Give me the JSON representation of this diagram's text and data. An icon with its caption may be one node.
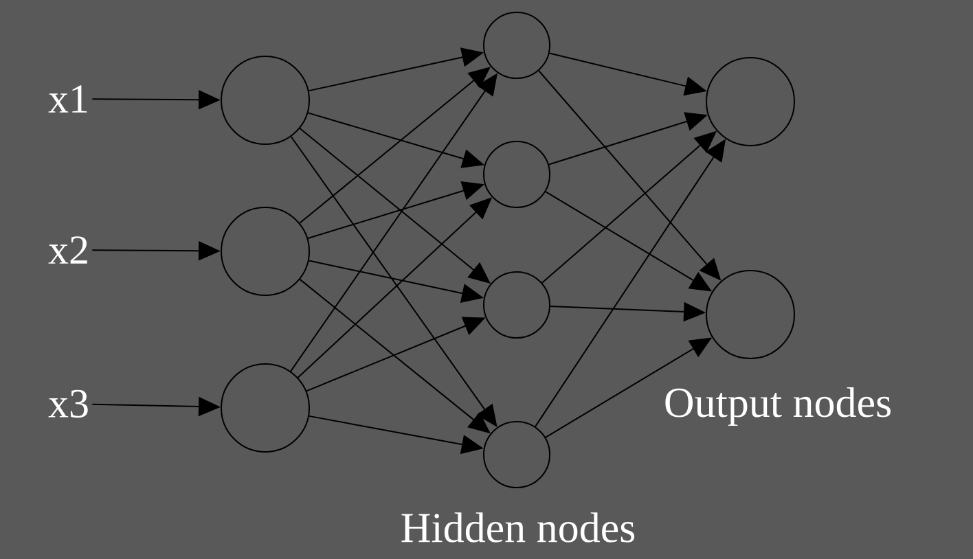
{
  "diagram": {
    "nodes": [
      {
        "text": [
          "x1"
        ]
      },
      {
        "text": [
          "x2"
        ]
      },
      {
        "text": [
          "x3"
        ]
      },
      {
        "text": [],
        "shape": "circle"
      },
      {
        "text": [],
        "shape": "circle"
      },
      {
        "text": [],
        "shape": "circle"
      },
      {
        "text": [],
        "shape": "circle"
      },
      {
        "text": [],
        "shape": "circle"
      },
      {
        "text": [],
        "shape": "circle"
      },
      {
        "text": [],
        "shape": "circle"
      },
      {
        "text": [],
        "shape": "circle"
      },
      {
        "text": [],
        "shape": "circle"
      }
    ],
    "edges": [
      {
        "from": 0,
        "to": 3,
        "arrow": "to"
      },
      {
        "from": 1,
        "to": 4,
        "arrow": "to"
      },
      {
        "from": 2,
        "to": 5,
        "arrow": "to"
      },
      {
        "from": 3,
        "to": 6,
        "arrow": "to"
      },
      {
        "from": 3,
        "to": 7,
        "arrow": "to"
      },
      {
        "from": 3,
        "to": 8,
        "arrow": "to"
      },
      {
        "from": 3,
        "to": 9,
        "arrow": "to"
      },
      {
        "from": 4,
        "to": 6,
        "arrow": "to"
      },
      {
        "from": 4,
        "to": 7,
        "arrow": "to"
      },
      {
        "from": 4,
        "to": 8,
        "arrow": "to"
      },
      {
        "from": 4,
        "to": 9,
        "arrow": "to"
      },
      {
        "from": 5,
        "to": 6,
        "arrow": "to"
      },
      {
        "from": 5,
        "to": 7,
        "arrow": "to"
      },
      {
        "from": 5,
        "to": 8,
        "arrow": "to"
      },
      {
        "from": 5,
        "to": 9,
        "arrow": "to"
      },
      {
        "from": 6,
        "to": 10,
        "arrow": "to"
      },
      {
        "from": 6,
        "to": 11,
        "arrow": "to"
      },
      {
        "from": 7,
        "to": 10,
        "arrow": "to"
      },
      {
        "from": 7,
        "to": 11,
        "arrow": "to"
      },
      {
        "from": 8,
        "to": 10,
        "arrow": "to"
      },
      {
        "from": 8,
        "to": 11,
        "arrow": "to"
      },
      {
        "from": 9,
        "to": 10,
        "arrow": "to"
      },
      {
        "from": 9,
        "to": 11,
        "arrow": "to"
      }
    ],
    "labels": [
      "Output nodes",
      "Hidden nodes"
    ]
  }
}
